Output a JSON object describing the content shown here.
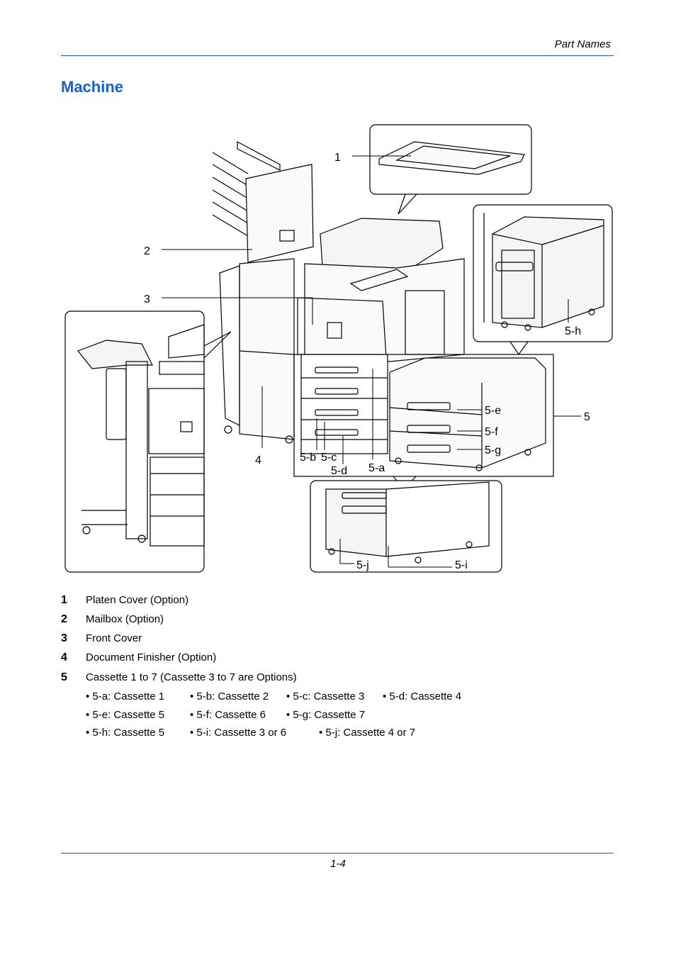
{
  "header": {
    "section": "Part Names"
  },
  "title": "Machine",
  "callouts": {
    "c1": "1",
    "c2": "2",
    "c3": "3",
    "c4": "4",
    "c5": "5",
    "c5a": "5-a",
    "c5b": "5-b",
    "c5c": "5-c",
    "c5d": "5-d",
    "c5e": "5-e",
    "c5f": "5-f",
    "c5g": "5-g",
    "c5h": "5-h",
    "c5i": "5-i",
    "c5j": "5-j"
  },
  "legend": [
    {
      "num": "1",
      "text": "Platen Cover (Option)"
    },
    {
      "num": "2",
      "text": "Mailbox (Option)"
    },
    {
      "num": "3",
      "text": "Front Cover"
    },
    {
      "num": "4",
      "text": "Document Finisher (Option)"
    },
    {
      "num": "5",
      "text": "Cassette 1 to 7 (Cassette 3 to 7 are Options)"
    }
  ],
  "sublist": {
    "r1": [
      "• 5-a: Cassette 1",
      "• 5-b: Cassette 2",
      "• 5-c: Cassette 3",
      "• 5-d: Cassette 4"
    ],
    "r2": [
      "• 5-e: Cassette 5",
      "• 5-f: Cassette 6",
      "• 5-g: Cassette 7"
    ],
    "r3": [
      "• 5-h: Cassette 5",
      "• 5-i: Cassette 3 or 6",
      "• 5-j: Cassette 4 or 7"
    ]
  },
  "footer": {
    "page": "1-4"
  }
}
